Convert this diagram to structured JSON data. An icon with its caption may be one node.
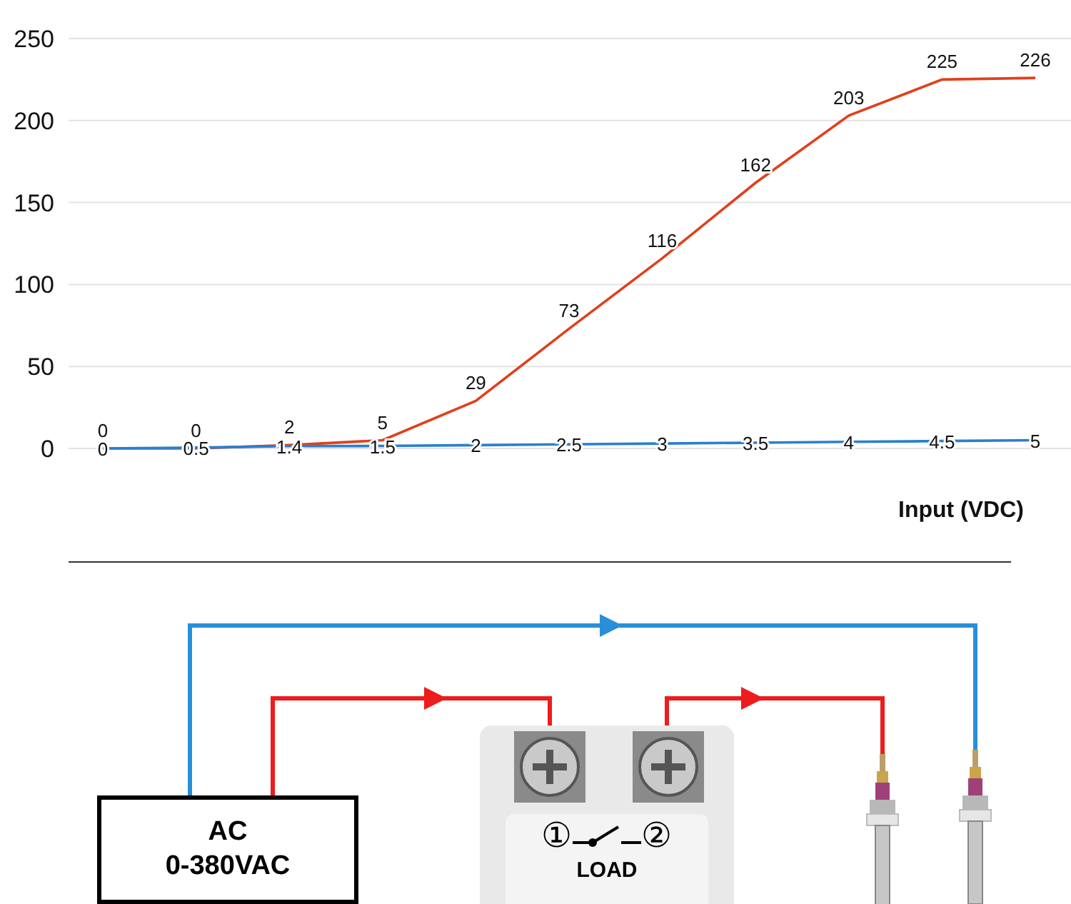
{
  "diagram": {
    "nodes": [
      {
        "text": [
          "AC",
          "0-380VAC"
        ]
      },
      {
        "text": [],
        "shape": "picture"
      },
      {
        "text": [],
        "shape": "picture",
        "in": 1
      },
      {
        "text": [],
        "shape": "picture",
        "in": 1
      },
      {
        "text": [],
        "shape": "picture"
      },
      {
        "text": [],
        "shape": "picture"
      }
    ],
    "edges": [
      {
        "from": 0,
        "to": 2,
        "arrow": "to"
      },
      {
        "from": 3,
        "to": 4,
        "arrow": "to"
      },
      {
        "from": 0,
        "to": 5,
        "arrow": "to",
        "color": "#2a8fd8"
      }
    ],
    "labels": [
      "①",
      "②",
      "LOAD"
    ],
    "chart_data": {
      "type": "line",
      "xlabel": "Input (VDC)",
      "ylim": [
        0,
        250
      ],
      "yticks": [
        0,
        50,
        100,
        150,
        200,
        250
      ],
      "data_labels": true,
      "grid": true,
      "series": [
        {
          "color": "#e0401c",
          "values": [
            0,
            0,
            2,
            5,
            29,
            73,
            116,
            162,
            203,
            225,
            226
          ]
        },
        {
          "color": "#2a7fd0",
          "values": [
            0,
            0.5,
            1.4,
            1.5,
            2,
            2.5,
            3,
            3.5,
            4,
            4.5,
            5
          ]
        }
      ]
    }
  }
}
